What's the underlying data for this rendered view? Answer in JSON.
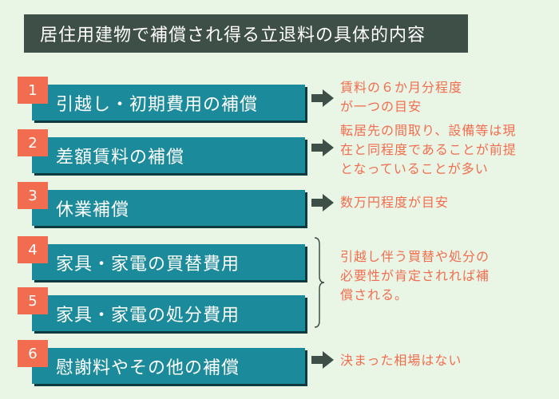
{
  "title": "居住用建物で補償され得る立退料の具体的内容",
  "items": [
    {
      "number": "1",
      "label": "引越し・初期費用の補償"
    },
    {
      "number": "2",
      "label": "差額賃料の補償"
    },
    {
      "number": "3",
      "label": "休業補償"
    },
    {
      "number": "4",
      "label": "家具・家電の買替費用"
    },
    {
      "number": "5",
      "label": "家具・家電の処分費用"
    },
    {
      "number": "6",
      "label": "慰謝料やその他の補償"
    }
  ],
  "notes": {
    "item1": "賃料の６か月分程度\nが一つの目安",
    "item2": "転居先の間取り、設備等は現\n在と同程度であることが前提\nとなっていることが多い",
    "item3": "数万円程度が目安",
    "items45": "引越し伴う買替や処分の\n必要性が肯定されれば補\n償される。",
    "item6": "決まった相場はない"
  },
  "colors": {
    "background": "#e9f6e6",
    "title_bg": "#3e4f47",
    "bar": "#1b8a9a",
    "bar_shadow": "#0f3b40",
    "number_badge": "#f26d4f",
    "note_text": "#f26d4f",
    "arrow": "#3e4f47"
  }
}
